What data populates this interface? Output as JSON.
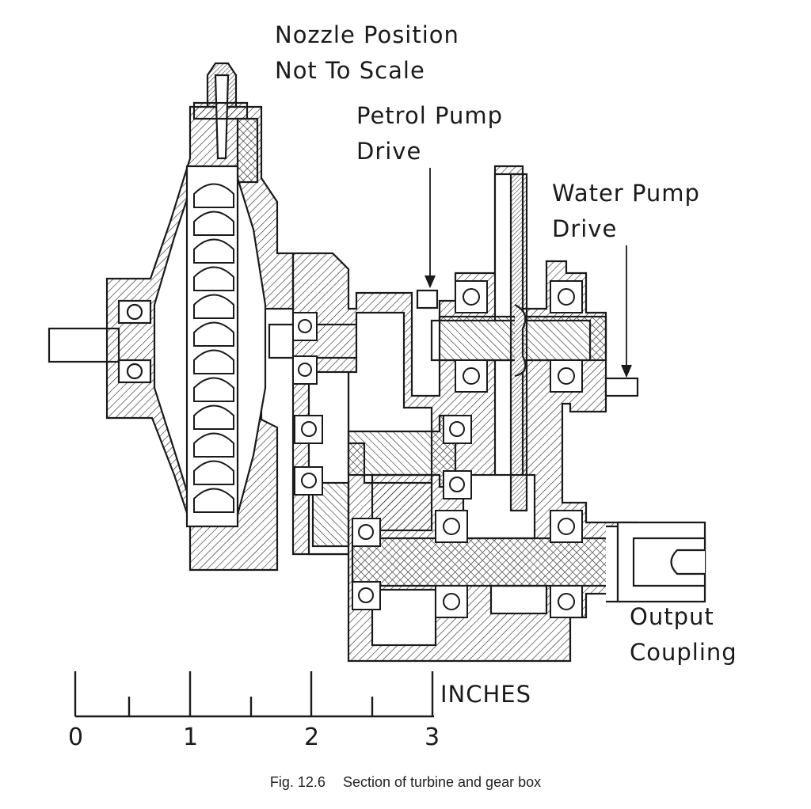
{
  "figure": {
    "labels": {
      "nozzle": {
        "line1": "Nozzle Position",
        "line2": "Not To Scale"
      },
      "petrol": {
        "line1": "Petrol Pump",
        "line2": "Drive"
      },
      "water": {
        "line1": "Water Pump",
        "line2": "Drive"
      },
      "output": {
        "line1": "Output",
        "line2": "Coupling"
      }
    },
    "scale": {
      "unit": "INCHES",
      "ticks": [
        "0",
        "1",
        "2",
        "3"
      ]
    },
    "caption": {
      "number": "Fig. 12.6",
      "text": "Section of turbine and gear box"
    }
  },
  "colors": {
    "ink": "#1a1a1a",
    "paper": "#ffffff"
  }
}
